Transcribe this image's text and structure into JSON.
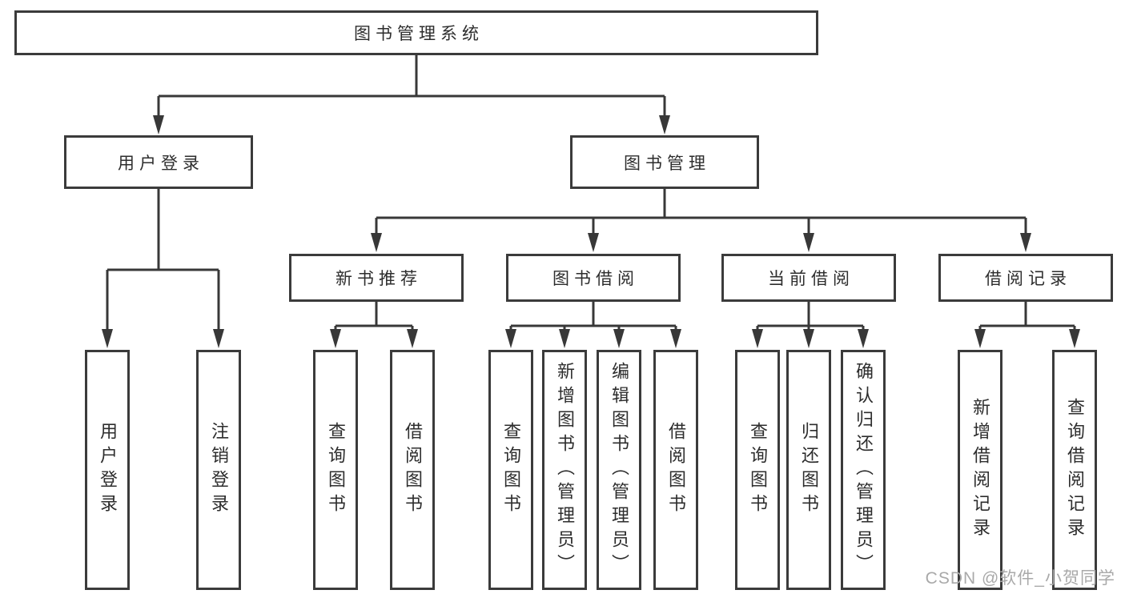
{
  "diagram": {
    "root": {
      "label": "图书管理系统"
    },
    "level2": [
      {
        "label": "用户登录"
      },
      {
        "label": "图书管理"
      }
    ],
    "level3": [
      {
        "label": "新书推荐",
        "parent": "图书管理"
      },
      {
        "label": "图书借阅",
        "parent": "图书管理"
      },
      {
        "label": "当前借阅",
        "parent": "图书管理"
      },
      {
        "label": "借阅记录",
        "parent": "图书管理"
      }
    ],
    "leaves": [
      {
        "label": "用户登录",
        "parent": "用户登录"
      },
      {
        "label": "注销登录",
        "parent": "用户登录"
      },
      {
        "label": "查询图书",
        "parent": "新书推荐"
      },
      {
        "label": "借阅图书",
        "parent": "新书推荐"
      },
      {
        "label": "查询图书",
        "parent": "图书借阅"
      },
      {
        "label": "新增图书（管理员）",
        "parent": "图书借阅"
      },
      {
        "label": "编辑图书（管理员）",
        "parent": "图书借阅"
      },
      {
        "label": "借阅图书",
        "parent": "图书借阅"
      },
      {
        "label": "查询图书",
        "parent": "当前借阅"
      },
      {
        "label": "归还图书",
        "parent": "当前借阅"
      },
      {
        "label": "确认归还（管理员）",
        "parent": "当前借阅"
      },
      {
        "label": "新增借阅记录",
        "parent": "借阅记录"
      },
      {
        "label": "查询借阅记录",
        "parent": "借阅记录"
      }
    ],
    "watermark": "CSDN @软件_小贺同学",
    "colors": {
      "line": "#383838",
      "box_border": "#3b3b3b",
      "text": "#2d2d2d",
      "watermark_text": "#a9a9a9",
      "background": "#ffffff"
    }
  }
}
